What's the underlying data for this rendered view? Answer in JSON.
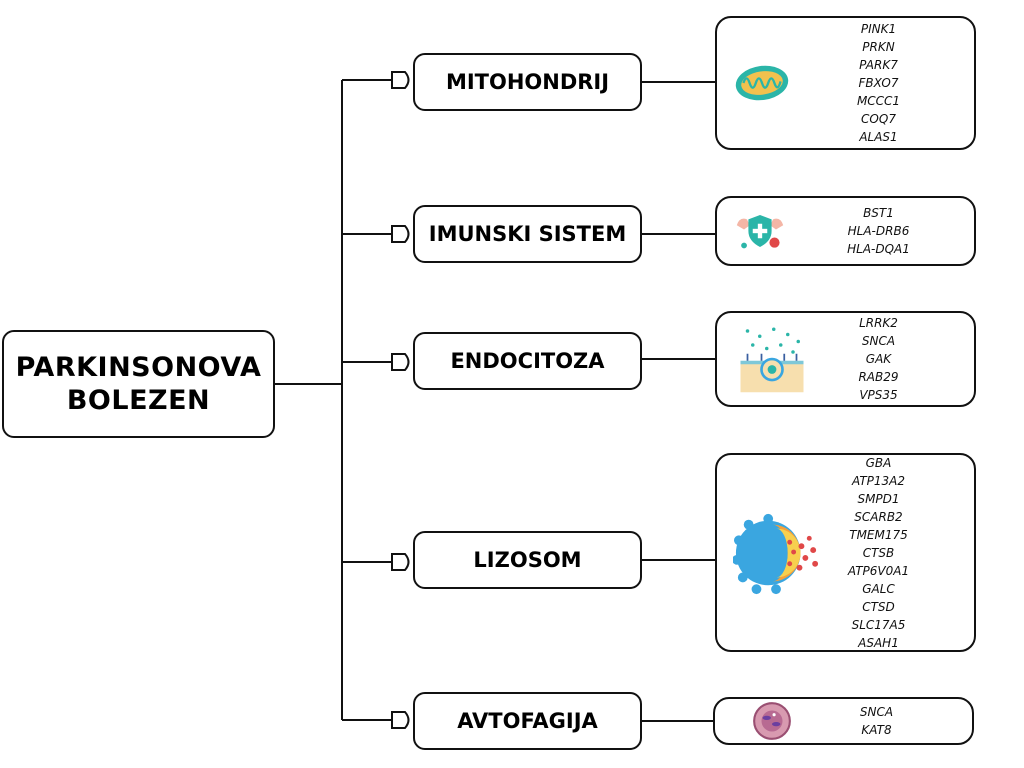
{
  "root": {
    "label_line1": "PARKINSONOVA",
    "label_line2": "BOLEZEN"
  },
  "categories": [
    {
      "label": "MITOHONDRIJ",
      "icon": "mitochondrion-icon",
      "genes": [
        "PINK1",
        "PRKN",
        "PARK7",
        "FBXO7",
        "MCCC1",
        "COQ7",
        "ALAS1"
      ]
    },
    {
      "label": "IMUNSKI SISTEM",
      "icon": "immune-shield-icon",
      "genes": [
        "BST1",
        "HLA-DRB6",
        "HLA-DQA1"
      ]
    },
    {
      "label": "ENDOCITOZA",
      "icon": "endocytosis-icon",
      "genes": [
        "LRRK2",
        "SNCA",
        "GAK",
        "RAB29",
        "VPS35"
      ]
    },
    {
      "label": "LIZOSOM",
      "icon": "lysosome-icon",
      "genes": [
        "GBA",
        "ATP13A2",
        "SMPD1",
        "SCARB2",
        "TMEM175",
        "CTSB",
        "ATP6V0A1",
        "GALC",
        "CTSD",
        "SLC17A5",
        "ASAH1"
      ]
    },
    {
      "label": "AVTOFAGIJA",
      "icon": "autophagy-cell-icon",
      "genes": [
        "SNCA",
        "KAT8"
      ]
    }
  ],
  "colors": {
    "line": "#111111",
    "teal": "#2bb5a8",
    "gold": "#f2c14e",
    "red": "#e04848",
    "blue": "#3aa6e0",
    "orange": "#f5a03a",
    "pink": "#d89ab0"
  }
}
